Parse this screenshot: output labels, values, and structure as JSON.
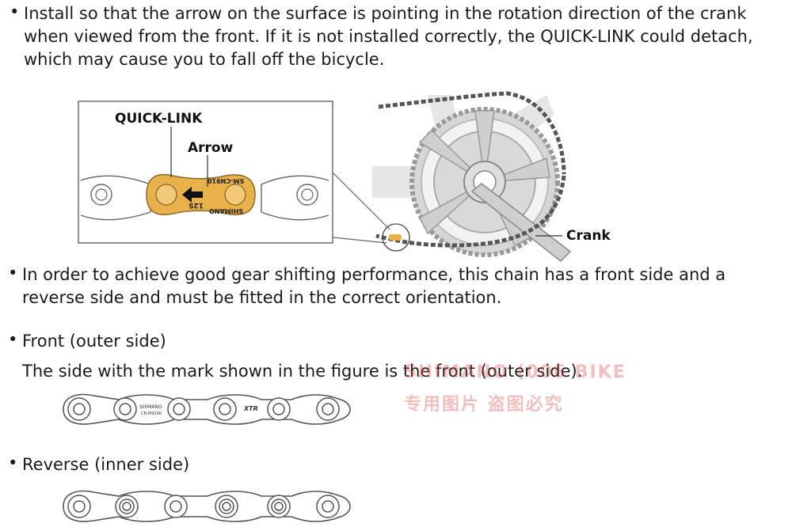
{
  "instructions": {
    "install_lines": [
      "Install so that the arrow on the surface is pointing in the rotation direction of the crank",
      "when viewed from the front. If it is not installed correctly, the QUICK-LINK could detach,",
      "which may cause you to fall off the bicycle."
    ],
    "orientation_lines": [
      "In order to achieve good gear shifting performance, this chain has a front side and a",
      "reverse side and must be fitted in the correct orientation."
    ],
    "front_heading": "Front (outer side)",
    "front_description": "The side with the mark shown in the figure is the front (outer side).",
    "reverse_heading": "Reverse (inner side)"
  },
  "quicklink_figure": {
    "label_quicklink": "QUICK-LINK",
    "label_arrow": "Arrow",
    "link_marking_model": "SM-CN910",
    "link_marking_speed": "12S",
    "link_marking_brand": "SHIMANO",
    "crank_label": "Crank"
  },
  "front_chain": {
    "plate_marking_brand": "SHIMANO",
    "plate_marking_model": "CN-M9100",
    "plate_marking_series": "XTR"
  },
  "watermark": {
    "line1": "SHIMANO (006 BIKE",
    "line2": "专用图片 盗图必究"
  },
  "colors": {
    "quicklink_gold": "#e8b14a",
    "watermark": "#dc4646"
  }
}
